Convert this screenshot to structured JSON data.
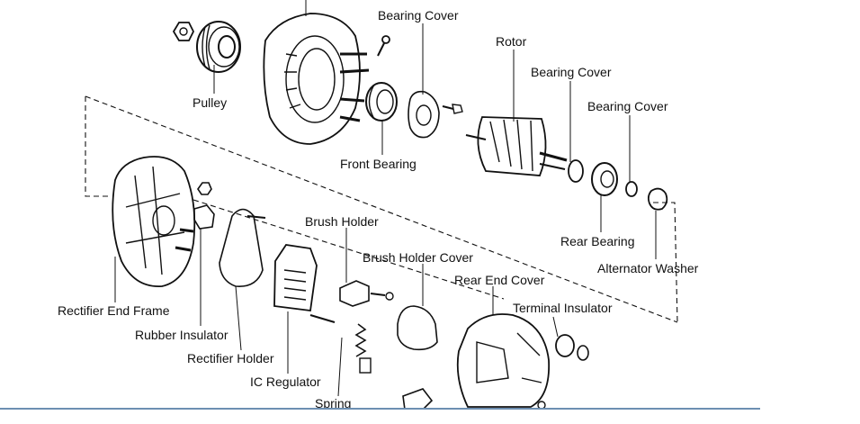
{
  "labels": {
    "pulley": "Pulley",
    "bearing_cover_1": "Bearing Cover",
    "rotor": "Rotor",
    "bearing_cover_2": "Bearing Cover",
    "bearing_cover_3": "Bearing Cover",
    "front_bearing": "Front Bearing",
    "rear_bearing": "Rear Bearing",
    "alternator_washer": "Alternator Washer",
    "brush_holder": "Brush Holder",
    "brush_holder_cover": "Brush Holder Cover",
    "rear_end_cover": "Rear End Cover",
    "terminal_insulator": "Terminal Insulator",
    "rectifier_end_frame": "Rectifier End Frame",
    "rubber_insulator": "Rubber Insulator",
    "rectifier_holder": "Rectifier Holder",
    "ic_regulator": "IC Regulator",
    "spring": "Spring"
  },
  "colors": {
    "ink": "#111111",
    "accent_bar": "#6d8fb2"
  }
}
